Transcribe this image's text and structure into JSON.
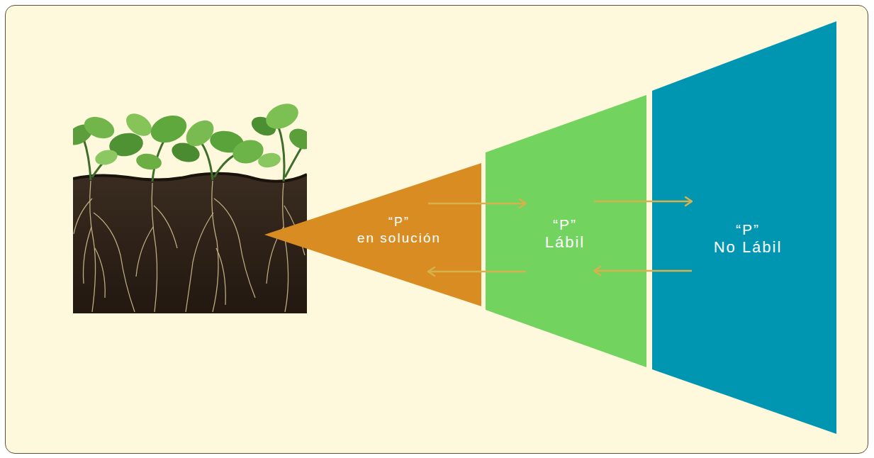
{
  "diagram": {
    "nodes": [
      {
        "text": [
          "“P”",
          "en solución"
        ]
      },
      {
        "text": [
          "“P”",
          "Lábil"
        ]
      },
      {
        "text": [
          "“P”",
          "No Lábil"
        ]
      }
    ],
    "edges": [
      {
        "from": 0,
        "to": 1,
        "arrow": "to"
      },
      {
        "from": 1,
        "to": 0,
        "arrow": "to"
      },
      {
        "from": 1,
        "to": 2,
        "arrow": "to"
      },
      {
        "from": 2,
        "to": 1,
        "arrow": "to"
      }
    ]
  }
}
